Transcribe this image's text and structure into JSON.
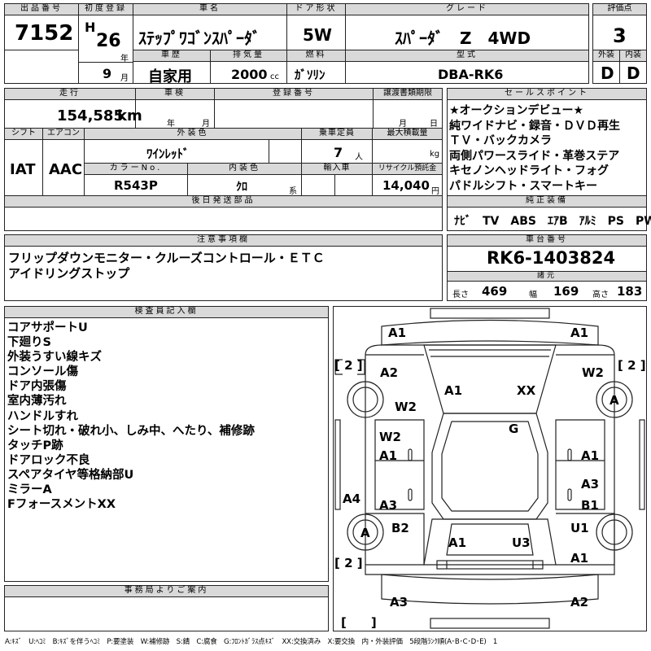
{
  "header": {
    "lot_no_label": "出品番号",
    "lot_no": "7152",
    "first_reg_label": "初度登録",
    "era": "H",
    "year": "26",
    "year_unit": "年",
    "month": "9",
    "month_unit": "月",
    "car_name_label": "車名",
    "car_name": "ｽﾃｯﾌﾟﾜｺﾞﾝｽﾊﾟｰﾀﾞ",
    "door_label": "ドア形状",
    "door": "5W",
    "grade_label": "グレード",
    "grade": "ｽﾊﾟｰﾀﾞ　Z　4WD",
    "score_label": "評価点",
    "score": "3",
    "history_label": "車歴",
    "history": "自家用",
    "displacement_label": "排気量",
    "displacement": "2000",
    "displacement_unit": "cc",
    "fuel_label": "燃料",
    "fuel": "ｶﾞｿﾘﾝ",
    "model_label": "型式",
    "model": "DBA-RK6",
    "ext_label": "外装",
    "ext_grade": "D",
    "int_label": "内装",
    "int_grade": "D"
  },
  "info": {
    "mileage_label": "走行",
    "mileage": "154,585",
    "mileage_unit": "km",
    "inspection_label": "車検",
    "insp_year_unit": "年",
    "insp_month_unit": "月",
    "reg_no_label": "登録番号",
    "transfer_label": "譲渡書類期限",
    "transfer_month_unit": "月",
    "transfer_day_unit": "日",
    "shift_label": "シフト",
    "shift": "IAT",
    "ac_label": "エアコン",
    "ac": "AAC",
    "ext_color_label": "外装色",
    "ext_color": "ﾜｲﾝﾚｯﾄﾞ",
    "capacity_label": "乗車定員",
    "capacity": "7",
    "capacity_unit": "人",
    "load_label": "最大積載量",
    "load_unit": "kg",
    "color_no_label": "カラーNo.",
    "color_no": "R543P",
    "int_color_label": "内装色",
    "int_color": "ｸﾛ",
    "int_color_unit": "系",
    "import_label": "輸入車",
    "recycle_label": "リサイクル預託金",
    "recycle": "14,040",
    "recycle_unit": "円",
    "parts_label": "後日発送部品"
  },
  "selling_points": {
    "label": "セールスポイント",
    "lines": [
      "★オークションデビュー★",
      "純ワイドナビ・録音・ＤＶＤ再生",
      "ＴＶ・バックカメラ",
      "両側パワースライド・革巻ステア",
      "キセノンヘッドライト・フォグ",
      "パドルシフト・スマートキー"
    ],
    "equip_label": "純正装備",
    "equip": "ﾅﾋﾞ　TV　ABS　ｴｱB　ｱﾙﾐ　PS　PW"
  },
  "notes": {
    "label": "注意事項欄",
    "lines": [
      "フリップダウンモニター・クルーズコントロール・ＥＴＣ",
      "アイドリングストップ"
    ]
  },
  "chassis": {
    "label": "車台番号",
    "value": "RK6-1403824",
    "specs_label": "諸元",
    "length_label": "長さ",
    "length": "469",
    "width_label": "幅",
    "width": "169",
    "height_label": "高さ",
    "height": "183"
  },
  "inspector": {
    "label": "検査員記入欄",
    "lines": [
      "コアサポートU",
      "下廻りS",
      "外装うすい線キズ",
      "コンソール傷",
      "ドア内張傷",
      "室内薄汚れ",
      "ハンドルすれ",
      "シート切れ・破れ小、しみ中、へたり、補修跡",
      "タッチP跡",
      "ドアロック不良",
      "スペアタイヤ等格納部U",
      "ミラーA",
      "FフォースメントXX"
    ]
  },
  "office": {
    "label": "事務局よりご案内"
  },
  "diagram": {
    "marks": {
      "a1_tl": "A1",
      "a1_tr": "A1",
      "br_tl": "[ 2 ]",
      "br_tr": "[ 2 ]",
      "a2_l": "A2",
      "w2_r": "W2",
      "a_rt": "A",
      "w2_l": "W2",
      "a1_hood": "A1",
      "xx_hood": "XX",
      "g_roof": "G",
      "w2_ld": "W2",
      "a1_ld": "A1",
      "a1_rd": "A1",
      "a4": "A4",
      "a3_l": "A3",
      "a3_r": "A3",
      "b1_r": "B1",
      "a_lb": "A",
      "b2": "B2",
      "u1": "U1",
      "a1_rear": "A1",
      "u3": "U3",
      "a1_br": "A1",
      "br_bl": "[ 2 ]",
      "a3_bottom": "A3",
      "a2_bottom": "A2",
      "br_empty": "[　　]"
    }
  },
  "legend": "A:ｷｽﾞ　U:ﾍｺﾐ　B:ｷｽﾞを伴うﾍｺﾐ　P:要塗装　W:補修跡　S:錆　C:腐食　G:ﾌﾛﾝﾄｶﾞﾗｽ点ｷｽﾞ　XX:交換済み　X:要交換　内・外装評価　5段階ﾗﾝｸ順(A･B･C･D･E)　1"
}
